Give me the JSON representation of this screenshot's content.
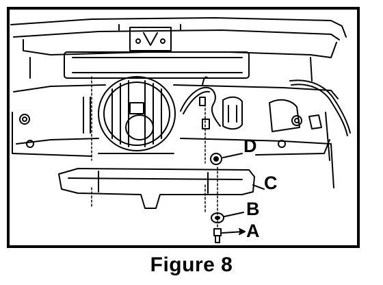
{
  "figure": {
    "caption": "Figure 8",
    "callouts": {
      "a": "A",
      "b": "B",
      "c": "C",
      "d": "D"
    }
  },
  "colors": {
    "ink": "#000000",
    "paper": "#ffffff"
  }
}
